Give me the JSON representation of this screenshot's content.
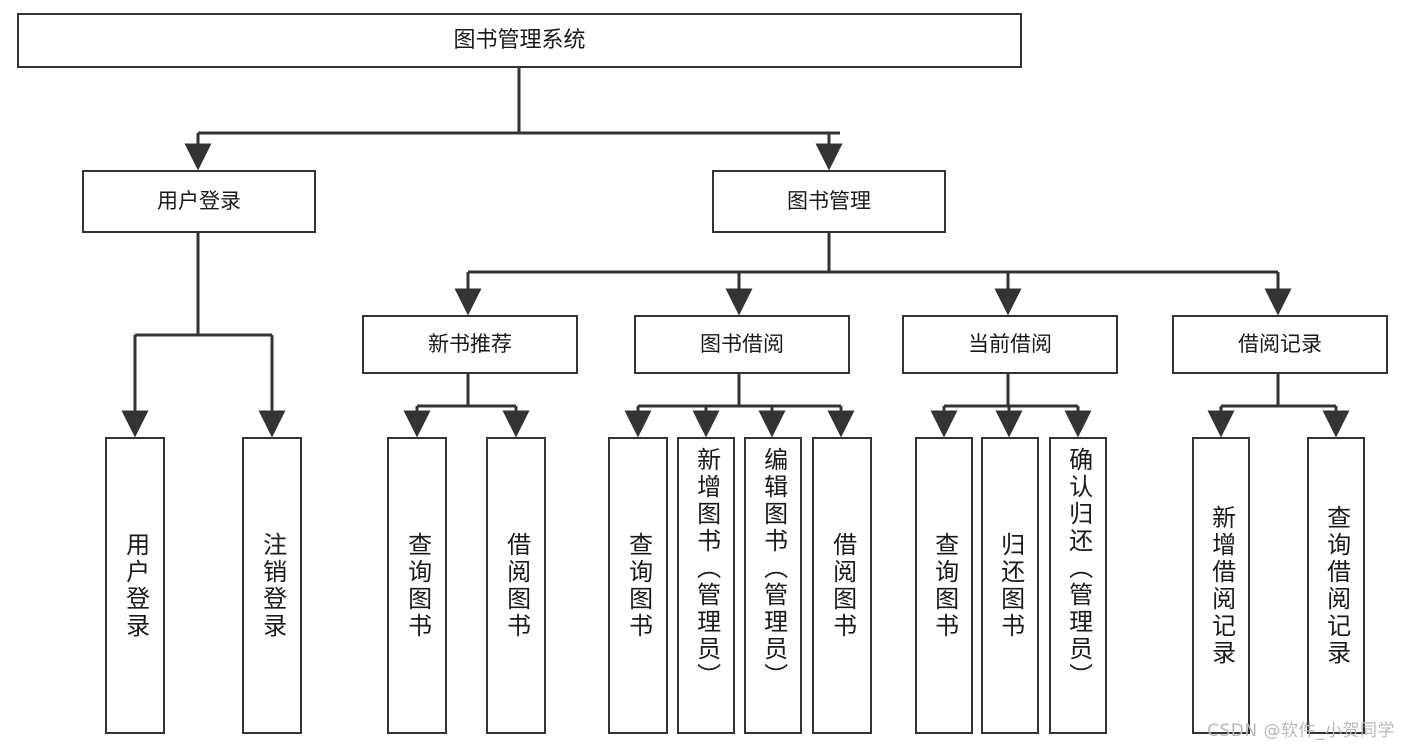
{
  "diagram": {
    "title": "图书管理系统",
    "type": "tree-hierarchy-diagram",
    "colors": {
      "node_border": "#333333",
      "node_fill": "#ffffff",
      "edge": "#333333",
      "text": "#1a1a1a",
      "watermark": "#b9b9b9",
      "background": "#ffffff"
    },
    "nodes": {
      "root": {
        "label": "图书管理系统"
      },
      "level2": [
        {
          "label": "用户登录"
        },
        {
          "label": "图书管理"
        }
      ],
      "level3": [
        {
          "label": "新书推荐"
        },
        {
          "label": "图书借阅"
        },
        {
          "label": "当前借阅"
        },
        {
          "label": "借阅记录"
        }
      ],
      "leaves": {
        "user_login": [
          {
            "label": "用户登录"
          },
          {
            "label": "注销登录"
          }
        ],
        "new_book_recommend": [
          {
            "label": "查询图书"
          },
          {
            "label": "借阅图书"
          }
        ],
        "book_borrow": [
          {
            "label": "查询图书"
          },
          {
            "label": "新增图书（管理员）"
          },
          {
            "label": "编辑图书（管理员）"
          },
          {
            "label": "借阅图书"
          }
        ],
        "current_borrow": [
          {
            "label": "查询图书"
          },
          {
            "label": "归还图书"
          },
          {
            "label": "确认归还（管理员）"
          }
        ],
        "borrow_record": [
          {
            "label": "新增借阅记录"
          },
          {
            "label": "查询借阅记录"
          }
        ]
      }
    },
    "watermark": "CSDN @软件_小贺同学"
  }
}
